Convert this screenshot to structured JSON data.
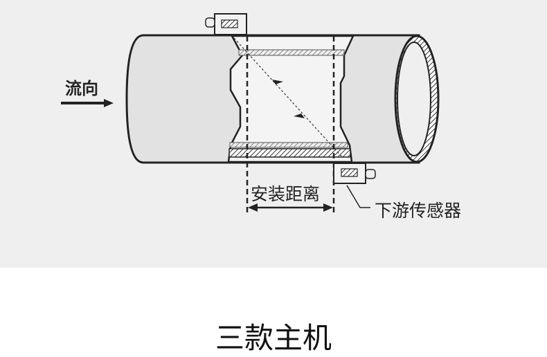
{
  "diagram": {
    "flow_direction_label": "流向",
    "install_distance_label": "安装距离",
    "downstream_sensor_label": "下游传感器"
  },
  "section_title": "三款主机",
  "colors": {
    "panel_bg": "#efefef",
    "pipe_fill": "#e2e2e2",
    "line": "#222222"
  }
}
